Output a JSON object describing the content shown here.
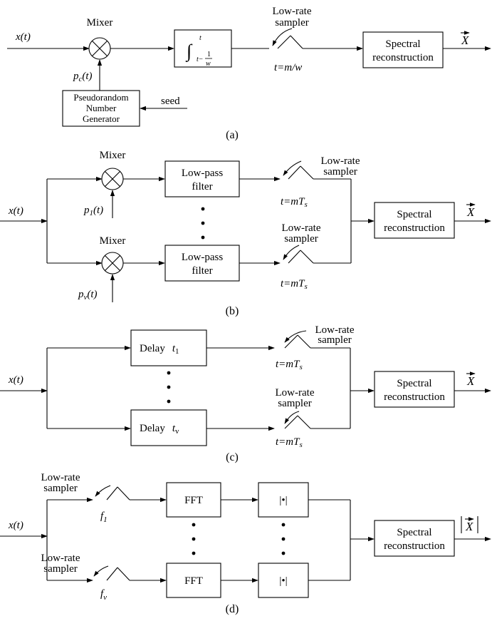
{
  "panel_a": {
    "mixer": "Mixer",
    "input": "x(t)",
    "pc": "p",
    "pc_sub": "c",
    "pc_tail": "(t)",
    "integral_upper": "t",
    "integral_lower_t": "t−",
    "integral_num": "1",
    "integral_den": "w",
    "sampler_line1": "Low-rate",
    "sampler_line2": "sampler",
    "sample_time": "t=m/w",
    "spectral_line1": "Spectral",
    "spectral_line2": "reconstruction",
    "output": "X",
    "prng_line1": "Pseudorandom",
    "prng_line2": "Number",
    "prng_line3": "Generator",
    "seed": "seed",
    "caption": "(a)"
  },
  "panel_b": {
    "input": "x(t)",
    "mixer1": "Mixer",
    "mixer2": "Mixer",
    "lpf1_line1": "Low-pass",
    "lpf1_line2": "filter",
    "lpf2_line1": "Low-pass",
    "lpf2_line2": "filter",
    "p1": "p",
    "p1_sub": "1",
    "p1_tail": "(t)",
    "pv": "p",
    "pv_sub": "v",
    "pv_tail": "(t)",
    "sampler1_line1": "Low-rate",
    "sampler1_line2": "sampler",
    "sampler2_line1": "Low-rate",
    "sampler2_line2": "sampler",
    "t1": "t=mT",
    "t1_sub": "s",
    "t2": "t=mT",
    "t2_sub": "s",
    "spectral_line1": "Spectral",
    "spectral_line2": "reconstruction",
    "output": "X",
    "caption": "(b)"
  },
  "panel_c": {
    "input": "x(t)",
    "delay1": "Delay",
    "delay1_t": "t",
    "delay1_sub": "1",
    "delay2": "Delay",
    "delay2_t": "t",
    "delay2_sub": "v",
    "sampler1_line1": "Low-rate",
    "sampler1_line2": "sampler",
    "sampler2_line1": "Low-rate",
    "sampler2_line2": "sampler",
    "t1": "t=mT",
    "t1_sub": "s",
    "t2": "t=mT",
    "t2_sub": "s",
    "spectral_line1": "Spectral",
    "spectral_line2": "reconstruction",
    "output": "X",
    "caption": "(c)"
  },
  "panel_d": {
    "input": "x(t)",
    "sampler1_line1": "Low-rate",
    "sampler1_line2": "sampler",
    "sampler2_line1": "Low-rate",
    "sampler2_line2": "sampler",
    "f1": "f",
    "f1_sub": "1",
    "fv": "f",
    "fv_sub": "v",
    "fft1": "FFT",
    "fft2": "FFT",
    "abs1": "|•|",
    "abs2": "|•|",
    "spectral_line1": "Spectral",
    "spectral_line2": "reconstruction",
    "output": "X",
    "caption": "(d)"
  }
}
